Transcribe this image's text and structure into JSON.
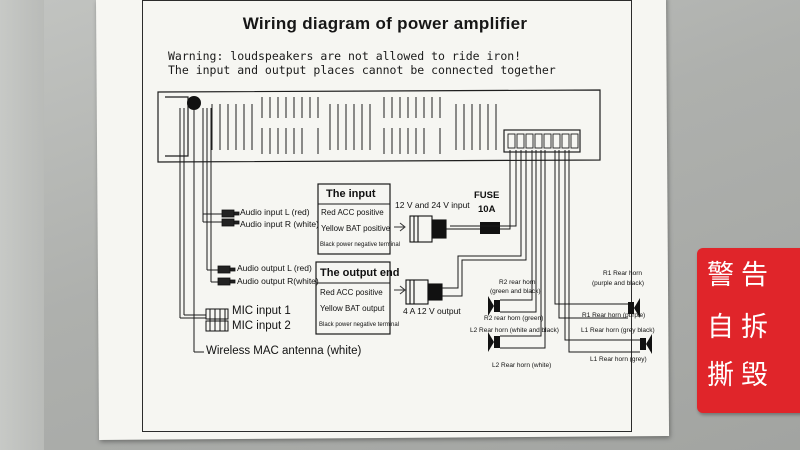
{
  "diagram": {
    "title": "Wiring diagram of power amplifier",
    "warnings": [
      "Warning: loudspeakers are not allowed to ride iron!",
      "The input and output places cannot be connected together"
    ],
    "connectors": {
      "audio_input_l": "Audio input L (red)",
      "audio_input_r": "Audio input R (white)",
      "audio_output_l": "Audio output L (red)",
      "audio_output_r": "Audio output R(white)",
      "mic_1": "MIC input 1",
      "mic_2": "MIC input 2",
      "antenna": "Wireless MAC antenna (white)"
    },
    "input_box": {
      "heading": "The input",
      "rows": [
        "Red ACC positive",
        "Yellow BAT positive",
        "Black power negative terminal"
      ]
    },
    "output_box": {
      "heading": "The output end",
      "rows": [
        "Red ACC positive",
        "Yellow BAT output",
        "Black power negative terminal"
      ]
    },
    "power": {
      "input_voltage": "12 V and 24 V input",
      "fuse_label": "FUSE",
      "fuse_rating": "10A",
      "output_current": "4 A 12 V output"
    },
    "speakers": {
      "r2_left_a": "R2 rear horn",
      "r2_left_b": "(green and black)",
      "r2_right": "R2 rear horn (green)",
      "l2_right": "L2 Rear horn (white and black)",
      "l2_left": "L2 Rear horn (white)",
      "r1_a": "R1 Rear horn",
      "r1_b": "(purple and black)",
      "r1_purple": "R1 Rear horn (purple)",
      "l1_grey_black": "L1 Rear horn (grey black)",
      "l1_grey": "L1 Rear horn (grey)"
    }
  },
  "warning_sign": {
    "chars": [
      "警",
      "告",
      "自",
      "拆",
      "撕",
      "毁"
    ],
    "color": "#e0252a"
  }
}
